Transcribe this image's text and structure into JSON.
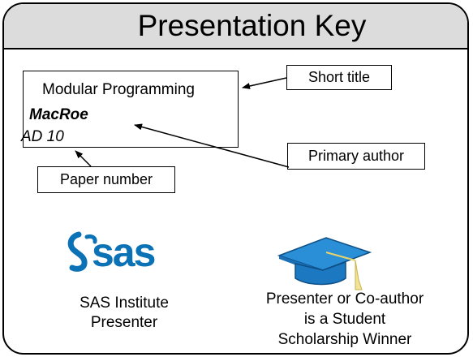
{
  "title": "Presentation Key",
  "example_paper": {
    "short_title": "Modular Programming",
    "primary_author": "MacRoe",
    "paper_number": "AD 10"
  },
  "callouts": {
    "short_title": "Short title",
    "primary_author": "Primary author",
    "paper_number": "Paper number"
  },
  "sas": {
    "logo_icon": "sas-logo-icon",
    "logo_text": "sas",
    "caption_line1": "SAS Institute",
    "caption_line2": "Presenter"
  },
  "student": {
    "icon": "graduation-cap-icon",
    "caption_line1": "Presenter or Co-author",
    "caption_line2": "is a Student",
    "caption_line3": "Scholarship Winner"
  },
  "colors": {
    "sas_blue": "#0b72b5",
    "cap_blue": "#2a8fd6",
    "header_gray": "#dcdcdc",
    "tassel_yellow": "#f2e39a"
  }
}
